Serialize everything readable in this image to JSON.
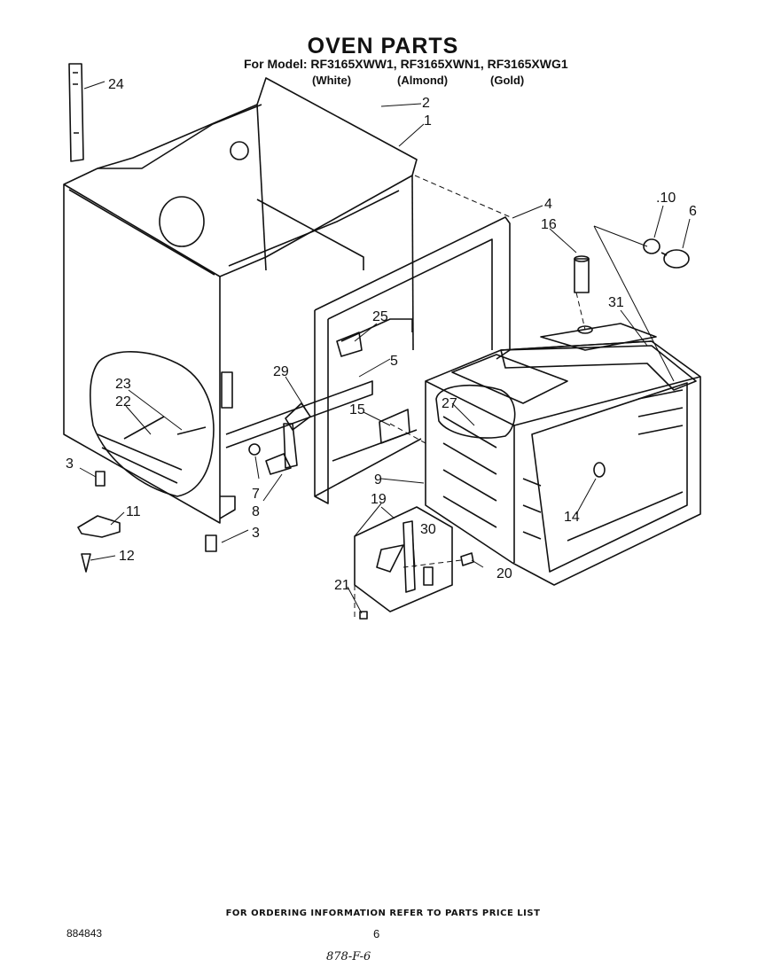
{
  "header": {
    "title": "OVEN PARTS",
    "models_line": "For Model: RF3165XWW1, RF3165XWN1, RF3165XWG1",
    "variants": [
      "(White)",
      "(Almond)",
      "(Gold)"
    ]
  },
  "callouts": [
    "24",
    "2",
    "1",
    "4",
    "16",
    ".10",
    "6",
    "25",
    "31",
    "5",
    "29",
    "23",
    "22",
    "15",
    "27",
    "3",
    "9",
    "7",
    "8",
    "19",
    "30",
    "11",
    "14",
    "20",
    "3",
    "12",
    "21"
  ],
  "footer": {
    "ordering_note": "FOR ORDERING INFORMATION REFER TO PARTS PRICE LIST",
    "doc_number": "884843",
    "page_number": "6",
    "handwritten_note": "878-F-6"
  }
}
